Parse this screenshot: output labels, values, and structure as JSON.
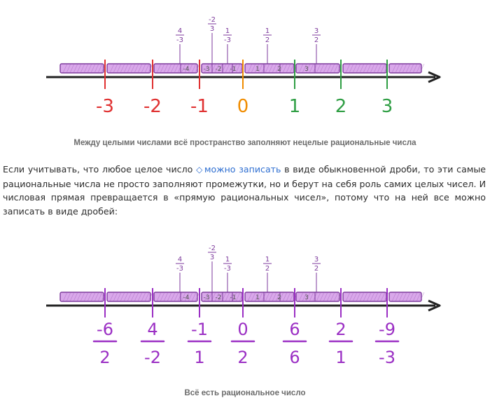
{
  "figure1": {
    "labels": [
      {
        "text": "-3",
        "color": "#e03131"
      },
      {
        "text": "-2",
        "color": "#e03131"
      },
      {
        "text": "-1",
        "color": "#e03131"
      },
      {
        "text": "0",
        "color": "#f08c00"
      },
      {
        "text": "1",
        "color": "#2f9e44"
      },
      {
        "text": "2",
        "color": "#2f9e44"
      },
      {
        "text": "3",
        "color": "#2f9e44"
      }
    ],
    "annotations": [
      {
        "num": "4",
        "den": "-3"
      },
      {
        "num": "-2",
        "den": "3"
      },
      {
        "num": "1",
        "den": "-3"
      },
      {
        "num": "1",
        "den": "2"
      },
      {
        "num": "3",
        "den": "2"
      }
    ],
    "segment_labels": [
      "-4",
      "-3",
      "-2",
      "-1",
      "1",
      "2",
      "3"
    ],
    "caption": "Между целыми числами всё пространство заполняют нецелые рациональные числа"
  },
  "paragraph": {
    "before": "Если учитывать, что любое целое число ",
    "link_icon": "◇",
    "link": "можно записать",
    "after": " в виде обыкновенной дроби, то эти самые рациональные числа не просто заполняют промежутки, но и берут на себя роль самих целых чисел. И числовая прямая превращается в «прямую рациональных чисел», потому что на ней все можно записать в виде дробей:"
  },
  "figure2": {
    "fractions": [
      {
        "num": "-6",
        "den": "2"
      },
      {
        "num": "4",
        "den": "-2"
      },
      {
        "num": "-1",
        "den": "1"
      },
      {
        "num": "0",
        "den": "2"
      },
      {
        "num": "6",
        "den": "6"
      },
      {
        "num": "2",
        "den": "1"
      },
      {
        "num": "-9",
        "den": "-3"
      }
    ],
    "caption": "Всё есть рациональное число"
  },
  "colors": {
    "negative": "#e03131",
    "zero": "#f08c00",
    "positive": "#2f9e44",
    "fraction": "#9b2fc4",
    "segment_fill": "#d9a8ea",
    "segment_stroke": "#7d3a9c"
  }
}
